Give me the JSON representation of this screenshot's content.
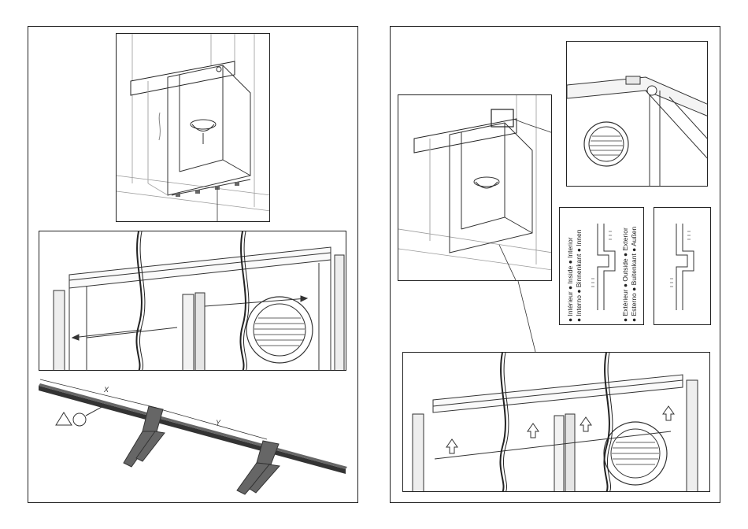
{
  "left_page": {
    "dimension_labels": {
      "x": "X",
      "y": "Y"
    }
  },
  "right_page": {
    "legend": {
      "line1": "● Intérieur ● Inside ● Interior",
      "line2": "● Interno ● Binnenkant ● Innen",
      "line3": "● Extérieur ● Outside ● Exterior",
      "line4": "● Esterno ● Buitenkant ● Außen"
    }
  }
}
